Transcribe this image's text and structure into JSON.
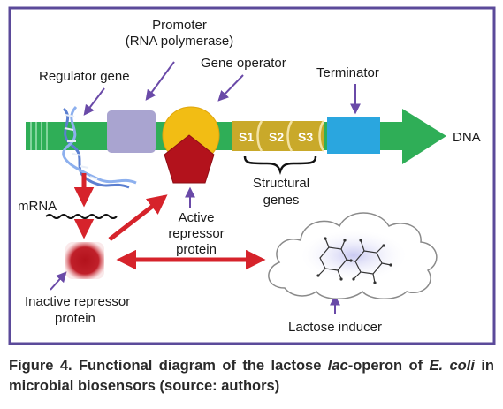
{
  "labels": {
    "promoter_line1": "Promoter",
    "promoter_line2": "(RNA polymerase)",
    "regulator_gene": "Regulator gene",
    "gene_operator": "Gene operator",
    "terminator": "Terminator",
    "dna": "DNA",
    "s1": "S1",
    "s2": "S2",
    "s3": "S3",
    "structural_line1": "Structural",
    "structural_line2": "genes",
    "mrna": "mRNA",
    "active_line1": "Active",
    "active_line2": "repressor",
    "active_line3": "protein",
    "inactive_line1": "Inactive repressor",
    "inactive_line2": "protein",
    "lactose_inducer": "Lactose inducer"
  },
  "caption": {
    "prefix": "Figure 4. Functional diagram of the lactose ",
    "lac": "lac",
    "mid": "-operon of ",
    "ecoli": "E. coli",
    "suffix": " in microbial biosensors (source: authors)"
  },
  "colors": {
    "frame": "#5b4a9a",
    "dna_green": "#2fae57",
    "regulator_helix": "#6b8fd6",
    "promoter": "#a9a4d0",
    "operator_yellow": "#f2bd14",
    "repressor_red": "#b3121c",
    "structural_gold": "#c9a92a",
    "terminator_blue": "#2aa6df",
    "arrow_red": "#d6232b",
    "pointer_purple": "#6a4aa8"
  }
}
